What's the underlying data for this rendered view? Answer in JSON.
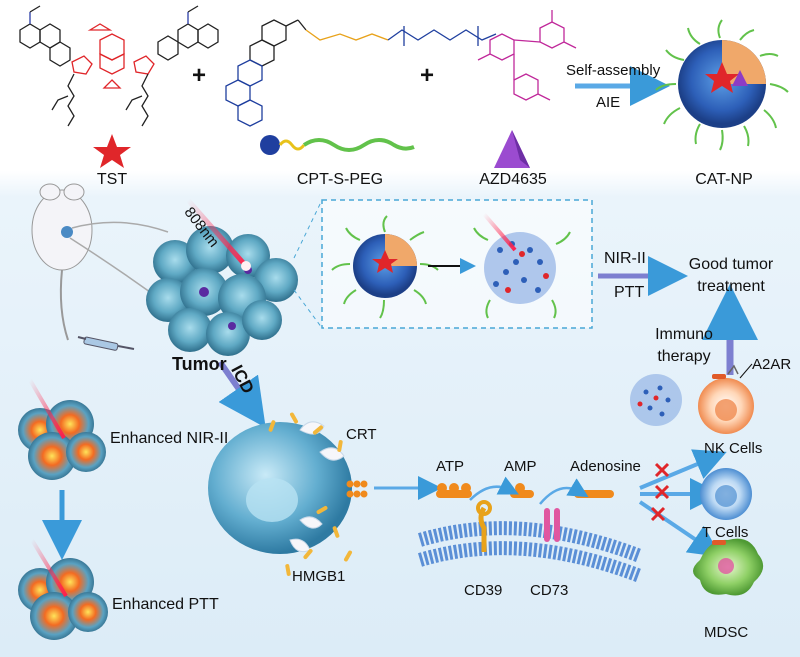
{
  "top_row": {
    "tst_label": "TST",
    "plus1": "+",
    "cpt_label": "CPT-S-PEG",
    "plus2": "+",
    "azd_label": "AZD4635",
    "assembly_top": "Self-assembly",
    "assembly_bottom": "AIE",
    "catnp_label": "CAT-NP"
  },
  "middle": {
    "laser_label": "808nm",
    "tumor_label": "Tumor",
    "nir_label": "NIR-II",
    "ptt_label": "PTT",
    "good_line1": "Good tumor",
    "good_line2": "treatment",
    "immuno_line1": "Immuno",
    "immuno_line2": "therapy",
    "icd_label": "ICD"
  },
  "left": {
    "enhanced_nir": "Enhanced NIR-II",
    "enhanced_ptt": "Enhanced PTT"
  },
  "bottom": {
    "crt_label": "CRT",
    "hmgb1_label": "HMGB1",
    "atp_label": "ATP",
    "amp_label": "AMP",
    "adenosine_label": "Adenosine",
    "cd39_label": "CD39",
    "cd73_label": "CD73",
    "a2ar_label": "A2AR",
    "nk_label": "NK Cells",
    "t_label": "T Cells",
    "mdsc_label": "MDSC"
  },
  "colors": {
    "tst_red": "#e0262a",
    "cpt_blue": "#1f3f9f",
    "azd_magenta": "#c0289a",
    "peg_green": "#4caf50",
    "azd_purple": "#8e3cc4",
    "arrow_blue": "#3a9ad9",
    "arrow_purple": "#7d7fd0",
    "membrane_blue": "#5b8fd6",
    "atp_orange": "#f08a1c",
    "tumor_teal": "#6fb6cf",
    "nk_orange": "#f2a56b",
    "t_blue": "#6ba4de",
    "mdsc_green": "#7cc65a"
  }
}
